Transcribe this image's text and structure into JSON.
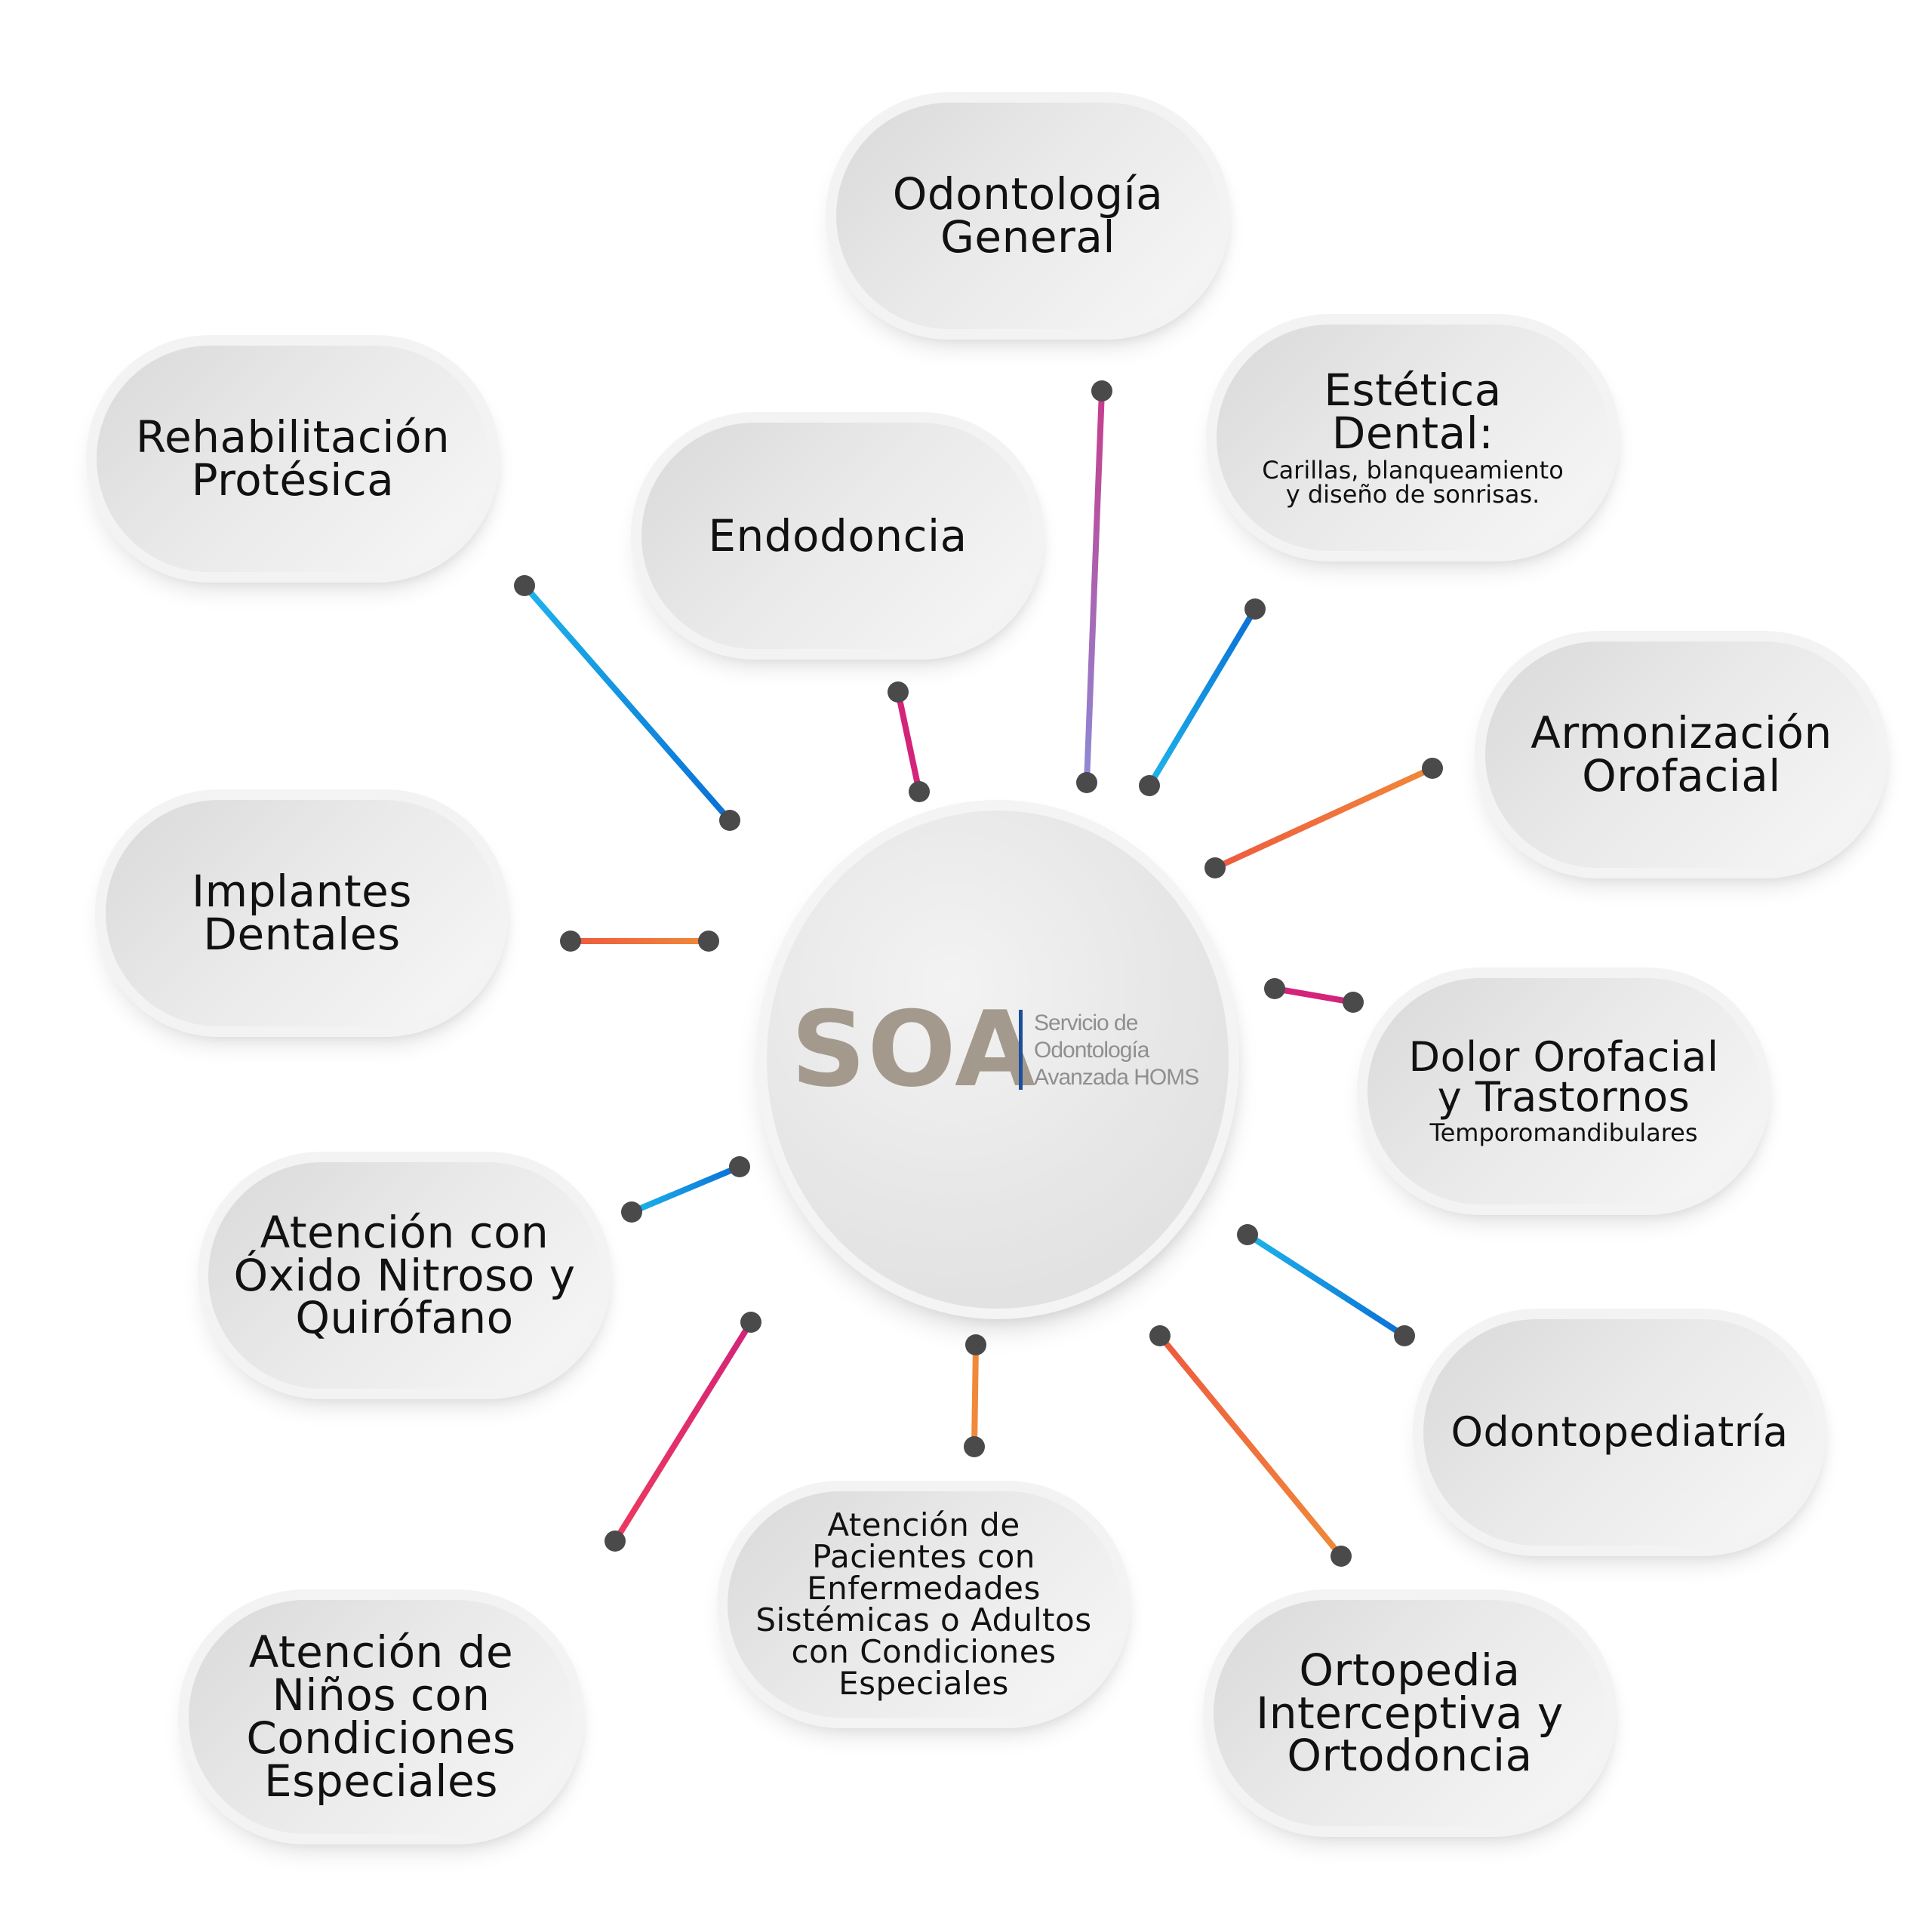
{
  "center": {
    "logo_text": "SOA",
    "logo_subtitle": "Servicio de\nOdontología\nAvanzada HOMS"
  },
  "colors": {
    "connector_dot": "#4a4a4a",
    "blue": "#0a6fd6",
    "cyan": "#1eb4ea",
    "magenta": "#d3237a",
    "orange": "#f0893a",
    "lavender": "#8c8bd6",
    "logo_gray": "#a39a8d",
    "logo_bar": "#1b4f9c"
  },
  "services": [
    {
      "id": "odontologia-general",
      "title": "Odontología\nGeneral",
      "link": "magenta-lavender"
    },
    {
      "id": "estetica-dental",
      "title": "Estética\nDental:",
      "subtitle": "Carillas, blanqueamiento\ny diseño de sonrisas.",
      "link": "blue-cyan"
    },
    {
      "id": "rehabilitacion-protesica",
      "title": "Rehabilitación\nProtésica",
      "link": "cyan-blue"
    },
    {
      "id": "endodoncia",
      "title": "Endodoncia",
      "link": "magenta"
    },
    {
      "id": "armonizacion-orofacial",
      "title": "Armonización\nOrofacial",
      "link": "orange-red"
    },
    {
      "id": "implantes-dentales",
      "title": "Implantes\nDentales",
      "link": "red-orange"
    },
    {
      "id": "dolor-orofacial",
      "title": "Dolor Orofacial\ny Trastornos",
      "subtitle": "Temporomandibulares",
      "link": "magenta"
    },
    {
      "id": "oxido-nitroso",
      "title": "Atención con\nÓxido Nitroso y\nQuirófano",
      "link": "blue-cyan"
    },
    {
      "id": "odontopediatria",
      "title": "Odontopediatría",
      "link": "cyan-blue"
    },
    {
      "id": "enfermedades-sistemicas",
      "title": "Atención de\nPacientes con\nEnfermedades\nSistémicas o Adultos\ncon Condiciones\nEspeciales",
      "link": "orange"
    },
    {
      "id": "ortopedia",
      "title": "Ortopedia\nInterceptiva y\nOrtodoncia",
      "link": "red-orange"
    },
    {
      "id": "ninos-condiciones",
      "title": "Atención de\nNiños con\nCondiciones\nEspeciales",
      "link": "magenta-red"
    }
  ]
}
